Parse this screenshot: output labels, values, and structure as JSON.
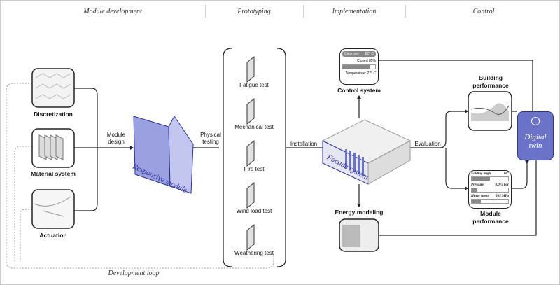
{
  "phases": [
    "Module development",
    "Prototyping",
    "Implementation",
    "Control"
  ],
  "inputs": [
    {
      "label": "Discretization"
    },
    {
      "label": "Material system"
    },
    {
      "label": "Actuation"
    }
  ],
  "module_design_label": "Module\ndesign",
  "responsive_module_label": "Responsive module",
  "physical_testing_label": "Physical\ntesting",
  "tests": [
    "Fatigue test",
    "Mechanical test",
    "Fire test",
    "Wind load test",
    "Weathering test"
  ],
  "installation_label": "Installation",
  "facade_label": "Facade system",
  "control_system": {
    "label": "Control system",
    "weather": "Clear sky",
    "temp_top": "22° C",
    "status": "Closed 85%",
    "closed_fraction": 0.85,
    "temperature": "Temperature: 27° C"
  },
  "energy_modeling_label": "Energy modeling",
  "evaluation_label": "Evaluation",
  "building_performance_label": "Building\nperformance",
  "module_performance": {
    "label": "Module\nperformance",
    "metrics": [
      {
        "name": "Folding angle",
        "value": "60°",
        "fraction": 0.5
      },
      {
        "name": "Pressure",
        "value": "0.075 bar",
        "fraction": 0.15
      },
      {
        "name": "Hinge stress",
        "value": "205 MPa",
        "fraction": 0.25
      }
    ]
  },
  "digital_twin_label": "Digital\ntwin",
  "development_loop_label": "Development loop",
  "colors": {
    "accent": "#6b73c9",
    "accent_dark": "#2a2f9a",
    "line": "#222222"
  }
}
